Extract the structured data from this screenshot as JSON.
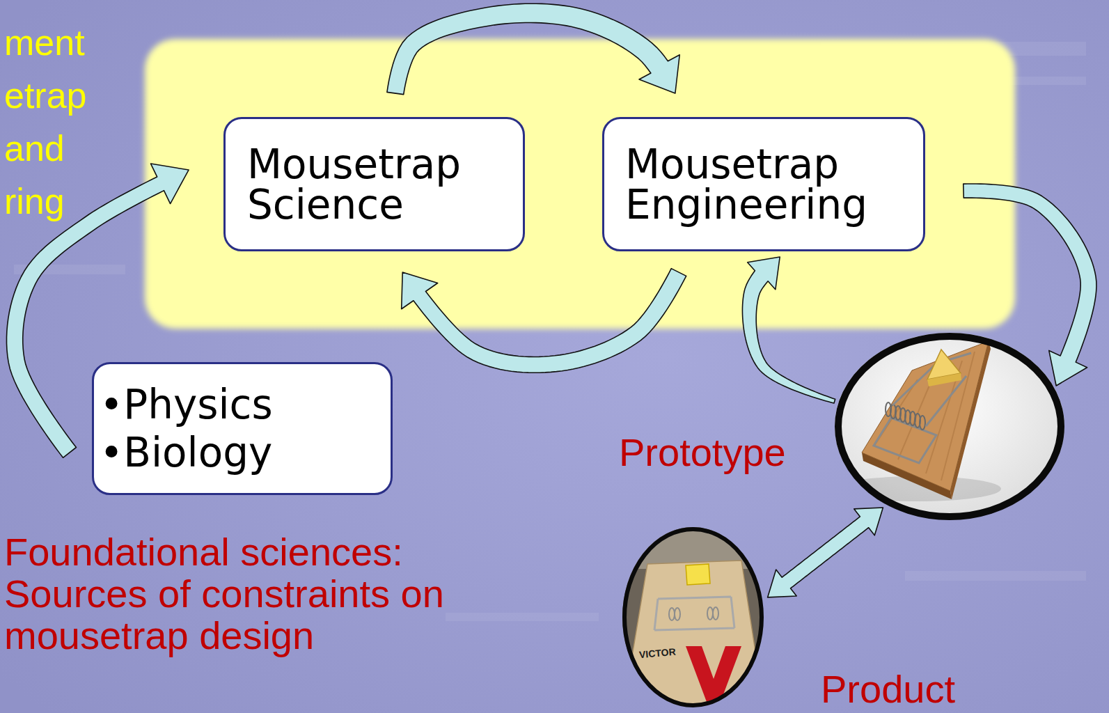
{
  "diagram": {
    "nodes": [
      {
        "text": [
          "Mousetrap Science"
        ]
      },
      {
        "text": [
          "Mousetrap Engineering"
        ]
      },
      {
        "text": [
          "•Physics",
          "•Biology"
        ]
      },
      {
        "text": [
          "Prototype"
        ]
      },
      {
        "text": [
          "Product"
        ]
      }
    ],
    "edges": [
      {
        "from": 0,
        "to": 1,
        "arrow": "to"
      },
      {
        "from": 1,
        "to": 0,
        "arrow": "to"
      },
      {
        "from": 2,
        "to": 0,
        "arrow": "to"
      },
      {
        "from": 1,
        "to": 3,
        "arrow": "to"
      },
      {
        "from": 3,
        "to": 1,
        "arrow": "to"
      },
      {
        "from": 3,
        "to": 4,
        "arrow": "both"
      }
    ],
    "labels": [
      "ment etrap and ring",
      "Foundational sciences: Sources of constraints on mousetrap design",
      "VICTOR"
    ]
  }
}
